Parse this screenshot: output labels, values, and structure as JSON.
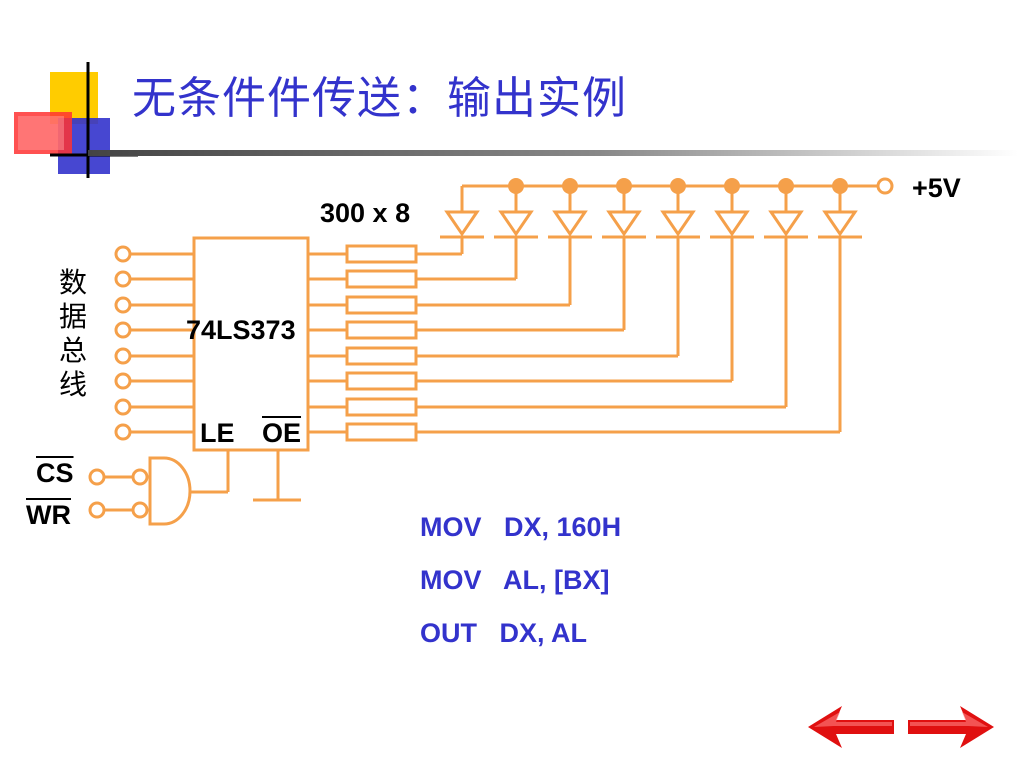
{
  "title": "无条件件传送：输出实例",
  "diagram": {
    "voltage_label": "+5V",
    "resistor_label": "300 x 8",
    "chip_label": "74LS373",
    "le_label": "LE",
    "oe_label": "OE",
    "bus_label": "数\n据\n总\n线",
    "cs_label": "CS",
    "wr_label": "WR",
    "colors": {
      "wire": "#f5a04a",
      "title": "#3333cc",
      "code": "#3333cc",
      "arrow": "#e01010"
    }
  },
  "code_lines": [
    "MOV   DX, 160H",
    "MOV   AL, [BX]",
    "OUT   DX, AL"
  ],
  "nav": {
    "prev_icon": "left-arrow-icon",
    "next_icon": "right-arrow-icon"
  }
}
